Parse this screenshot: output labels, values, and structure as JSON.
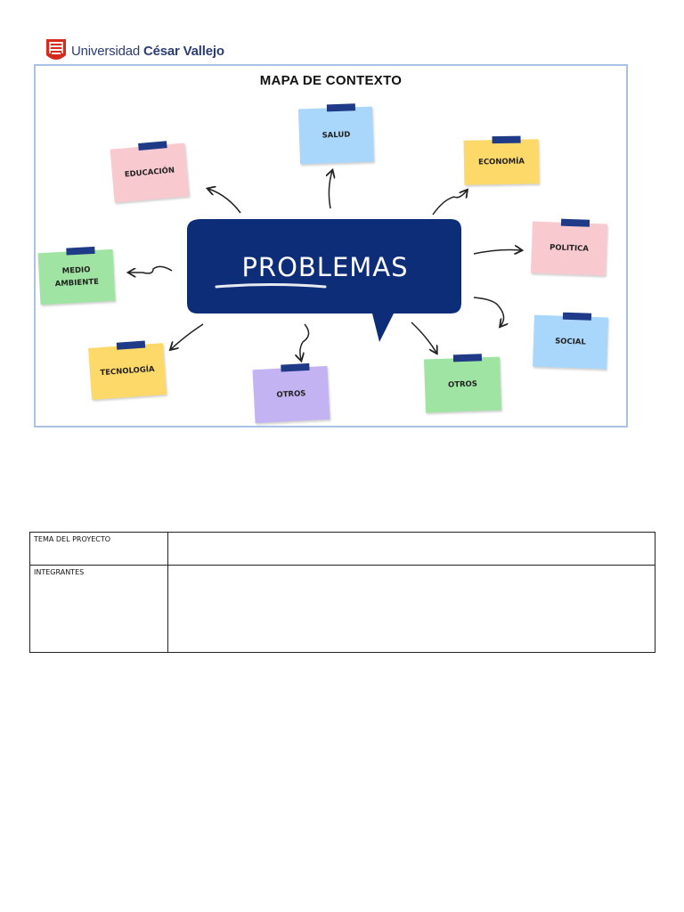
{
  "header": {
    "logo_prefix": "Universidad ",
    "logo_bold": "César Vallejo",
    "logo_color": "#d52b1e"
  },
  "map": {
    "title": "MAPA DE CONTEXTO",
    "center_label": "PROBLEMAS",
    "center_color": "#0e2d79",
    "notes": [
      {
        "label": "SALUD",
        "color": "#a9d6fb"
      },
      {
        "label": "EDUCACIÓN",
        "color": "#f9c9d0"
      },
      {
        "label": "ECONOMÍA",
        "color": "#fdd96a"
      },
      {
        "label": "MEDIO",
        "label2": "AMBIENTE",
        "color": "#9fe4a2"
      },
      {
        "label": "POLITICA",
        "color": "#f9c9d0"
      },
      {
        "label": "SOCIAL",
        "color": "#a9d6fb"
      },
      {
        "label": "TECNOLOGÍA",
        "color": "#fdd96a"
      },
      {
        "label": "OTROS",
        "color": "#c4b3f3"
      },
      {
        "label": "OTROS",
        "color": "#9fe4a2"
      }
    ]
  },
  "project_table": {
    "rows": [
      {
        "label": "TEMA DEL PROYECTO",
        "value": ""
      },
      {
        "label": "INTEGRANTES",
        "value": ""
      }
    ]
  }
}
